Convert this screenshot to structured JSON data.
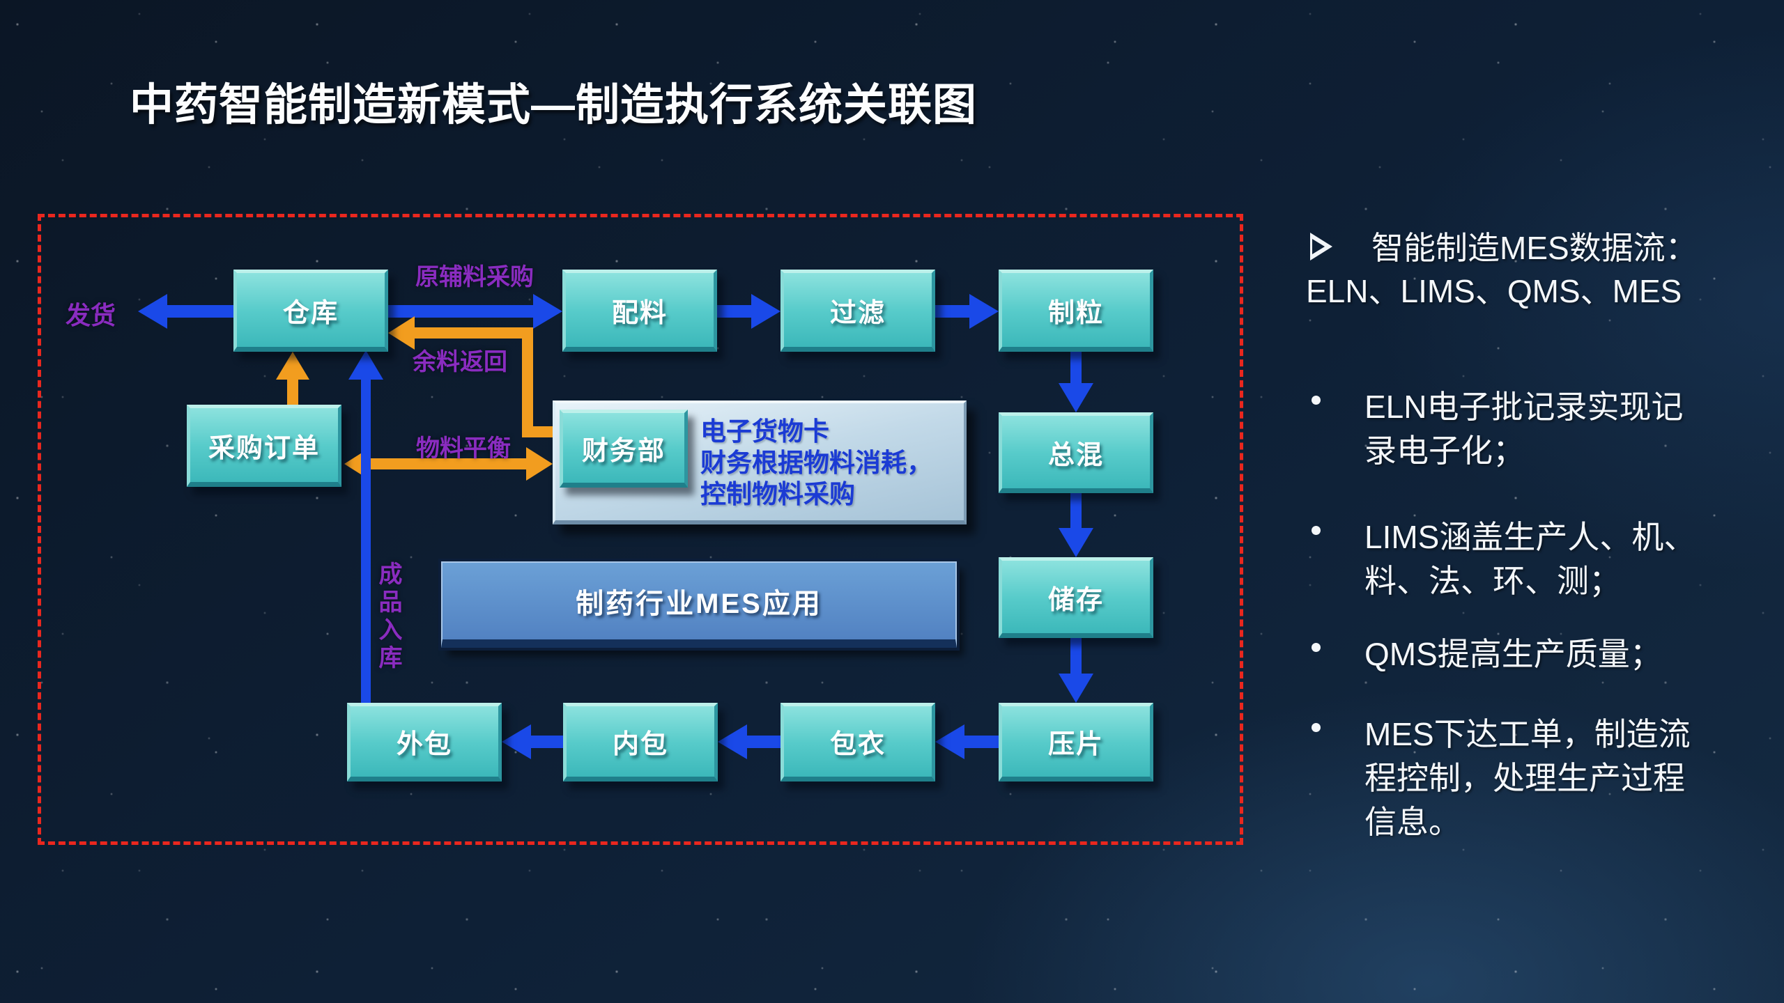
{
  "slide": {
    "title": "中药智能制造新模式—制造执行系统关联图"
  },
  "diagram": {
    "boxes": {
      "warehouse": "仓库",
      "batching": "配料",
      "filtering": "过滤",
      "granulation": "制粒",
      "purchase_order": "采购订单",
      "finance_dept": "财务部",
      "total_mixing": "总混",
      "storage": "储存",
      "tablet_pressing": "压片",
      "coating": "包衣",
      "inner_packaging": "内包",
      "outer_packaging": "外包",
      "mes_app": "制药行业MES应用"
    },
    "flow_labels": {
      "shipping": "发货",
      "raw_material_purchase": "原辅料采购",
      "surplus_return": "余料返回",
      "material_balance": "物料平衡",
      "finished_goods_inbound": "成品入库"
    },
    "finance_note": {
      "line1": "电子货物卡",
      "line2": "财务根据物料消耗，",
      "line3": "控制物料采购"
    },
    "colors": {
      "process_box_teal": "#57cbca",
      "arrow_blue": "#1a49e8",
      "arrow_orange": "#f29d1f",
      "label_purple": "#8a2cc0",
      "frame_red": "#ea271e",
      "mes_box_blue": "#5f93cd",
      "note_panel": "#c2d9e8",
      "note_text": "#1b3bd4"
    }
  },
  "sidebar": {
    "heading": {
      "marker": "➢",
      "line1": "智能制造MES数据流：",
      "line2": "ELN、LIMS、QMS、MES"
    },
    "bullets": [
      {
        "marker": "•",
        "lines": [
          "ELN电子批记录实现记",
          "录电子化；"
        ]
      },
      {
        "marker": "•",
        "lines": [
          "LIMS涵盖生产人、机、",
          "料、法、环、测；"
        ]
      },
      {
        "marker": "•",
        "lines": [
          "QMS提高生产质量；"
        ]
      },
      {
        "marker": "•",
        "lines": [
          "MES下达工单，制造流",
          "程控制，处理生产过程",
          "信息。"
        ]
      }
    ]
  }
}
